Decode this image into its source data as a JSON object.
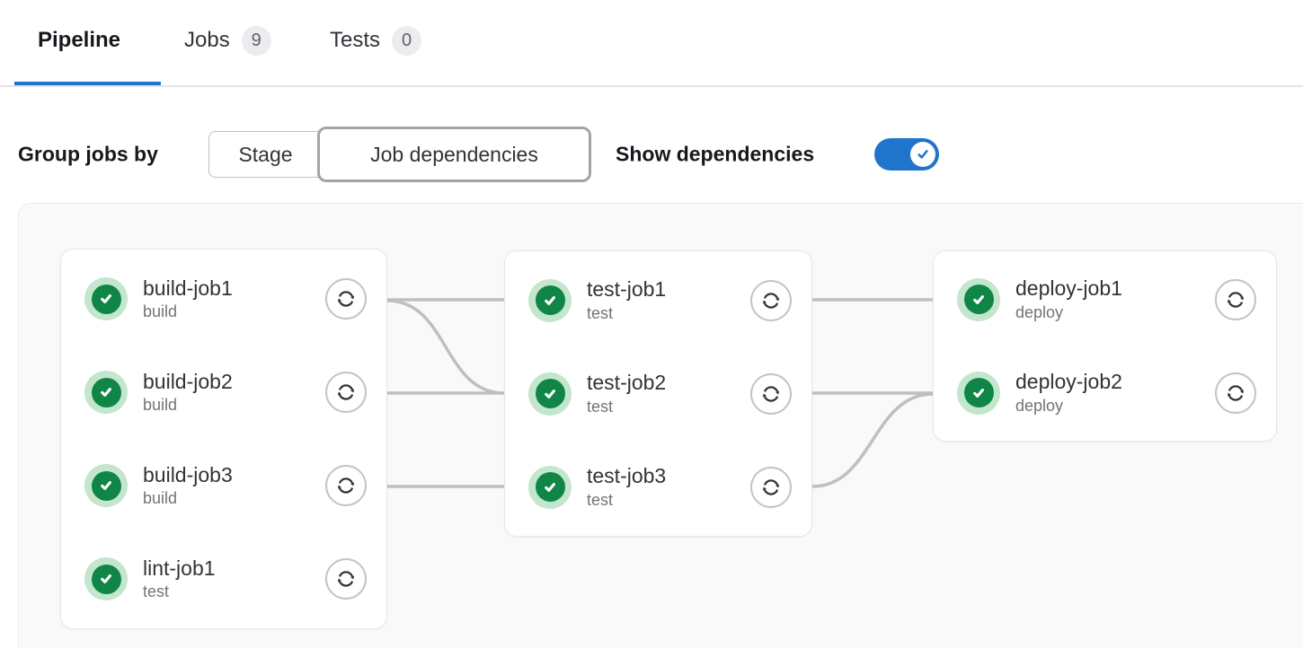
{
  "tabs": [
    {
      "label": "Pipeline",
      "active": true
    },
    {
      "label": "Jobs",
      "badge": "9",
      "active": false
    },
    {
      "label": "Tests",
      "badge": "0",
      "active": false
    }
  ],
  "controls": {
    "group_label": "Group jobs by",
    "segments": [
      {
        "label": "Stage",
        "selected": false
      },
      {
        "label": "Job dependencies",
        "selected": true
      }
    ],
    "toggle_label": "Show dependencies",
    "toggle_state": "on"
  },
  "graph": {
    "columns": [
      {
        "jobs": [
          {
            "name": "build-job1",
            "stage": "build",
            "status": "success"
          },
          {
            "name": "build-job2",
            "stage": "build",
            "status": "success"
          },
          {
            "name": "build-job3",
            "stage": "build",
            "status": "success"
          },
          {
            "name": "lint-job1",
            "stage": "test",
            "status": "success"
          }
        ]
      },
      {
        "jobs": [
          {
            "name": "test-job1",
            "stage": "test",
            "status": "success"
          },
          {
            "name": "test-job2",
            "stage": "test",
            "status": "success"
          },
          {
            "name": "test-job3",
            "stage": "test",
            "status": "success"
          }
        ]
      },
      {
        "jobs": [
          {
            "name": "deploy-job1",
            "stage": "deploy",
            "status": "success"
          },
          {
            "name": "deploy-job2",
            "stage": "deploy",
            "status": "success"
          }
        ]
      }
    ],
    "links": [
      {
        "from": "build-job1",
        "to": "test-job1"
      },
      {
        "from": "build-job1",
        "to": "test-job2"
      },
      {
        "from": "build-job2",
        "to": "test-job2"
      },
      {
        "from": "build-job3",
        "to": "test-job3"
      },
      {
        "from": "test-job1",
        "to": "deploy-job1"
      },
      {
        "from": "test-job2",
        "to": "deploy-job2"
      },
      {
        "from": "test-job3",
        "to": "deploy-job2"
      }
    ]
  },
  "icons": {
    "status": "check-circle-icon",
    "retry": "retry-icon",
    "toggle": "check-icon"
  },
  "colors": {
    "accent_blue": "#1f75cb",
    "success_green": "#108548",
    "success_green_light": "#c3e6cd",
    "dependency_line_gray": "#bfbfc3"
  }
}
